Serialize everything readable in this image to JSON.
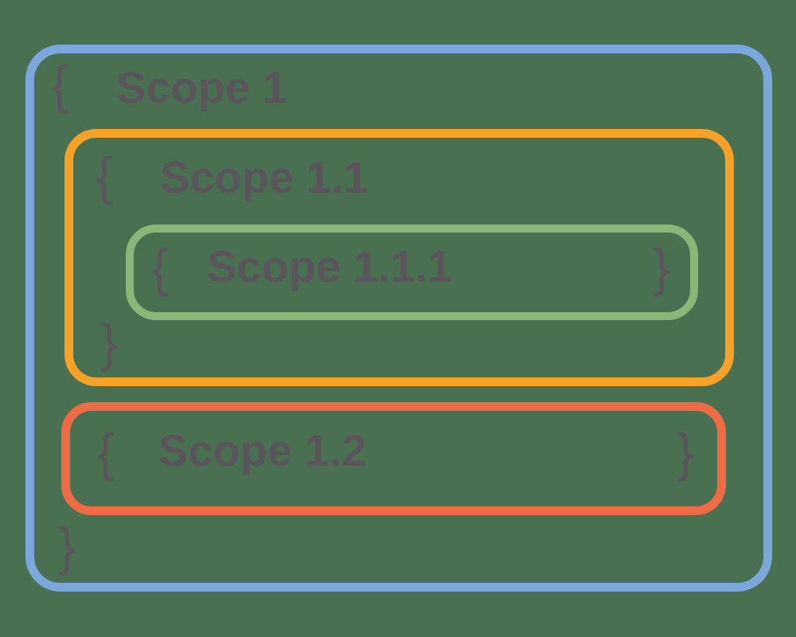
{
  "colors": {
    "background": "#4A7052",
    "scope1_border": "#7CA7DC",
    "scope1_1_border": "#F7A128",
    "scope1_1_1_border": "#8AB677",
    "scope1_2_border": "#EE6B45",
    "text": "#5A555A"
  },
  "scopes": {
    "scope1": {
      "label": "Scope 1",
      "open_brace": "{",
      "close_brace": "}"
    },
    "scope1_1": {
      "label": "Scope 1.1",
      "open_brace": "{",
      "close_brace": "}"
    },
    "scope1_1_1": {
      "label": "Scope 1.1.1",
      "open_brace": "{",
      "close_brace": "}"
    },
    "scope1_2": {
      "label": "Scope 1.2",
      "open_brace": "{",
      "close_brace": "}"
    }
  }
}
